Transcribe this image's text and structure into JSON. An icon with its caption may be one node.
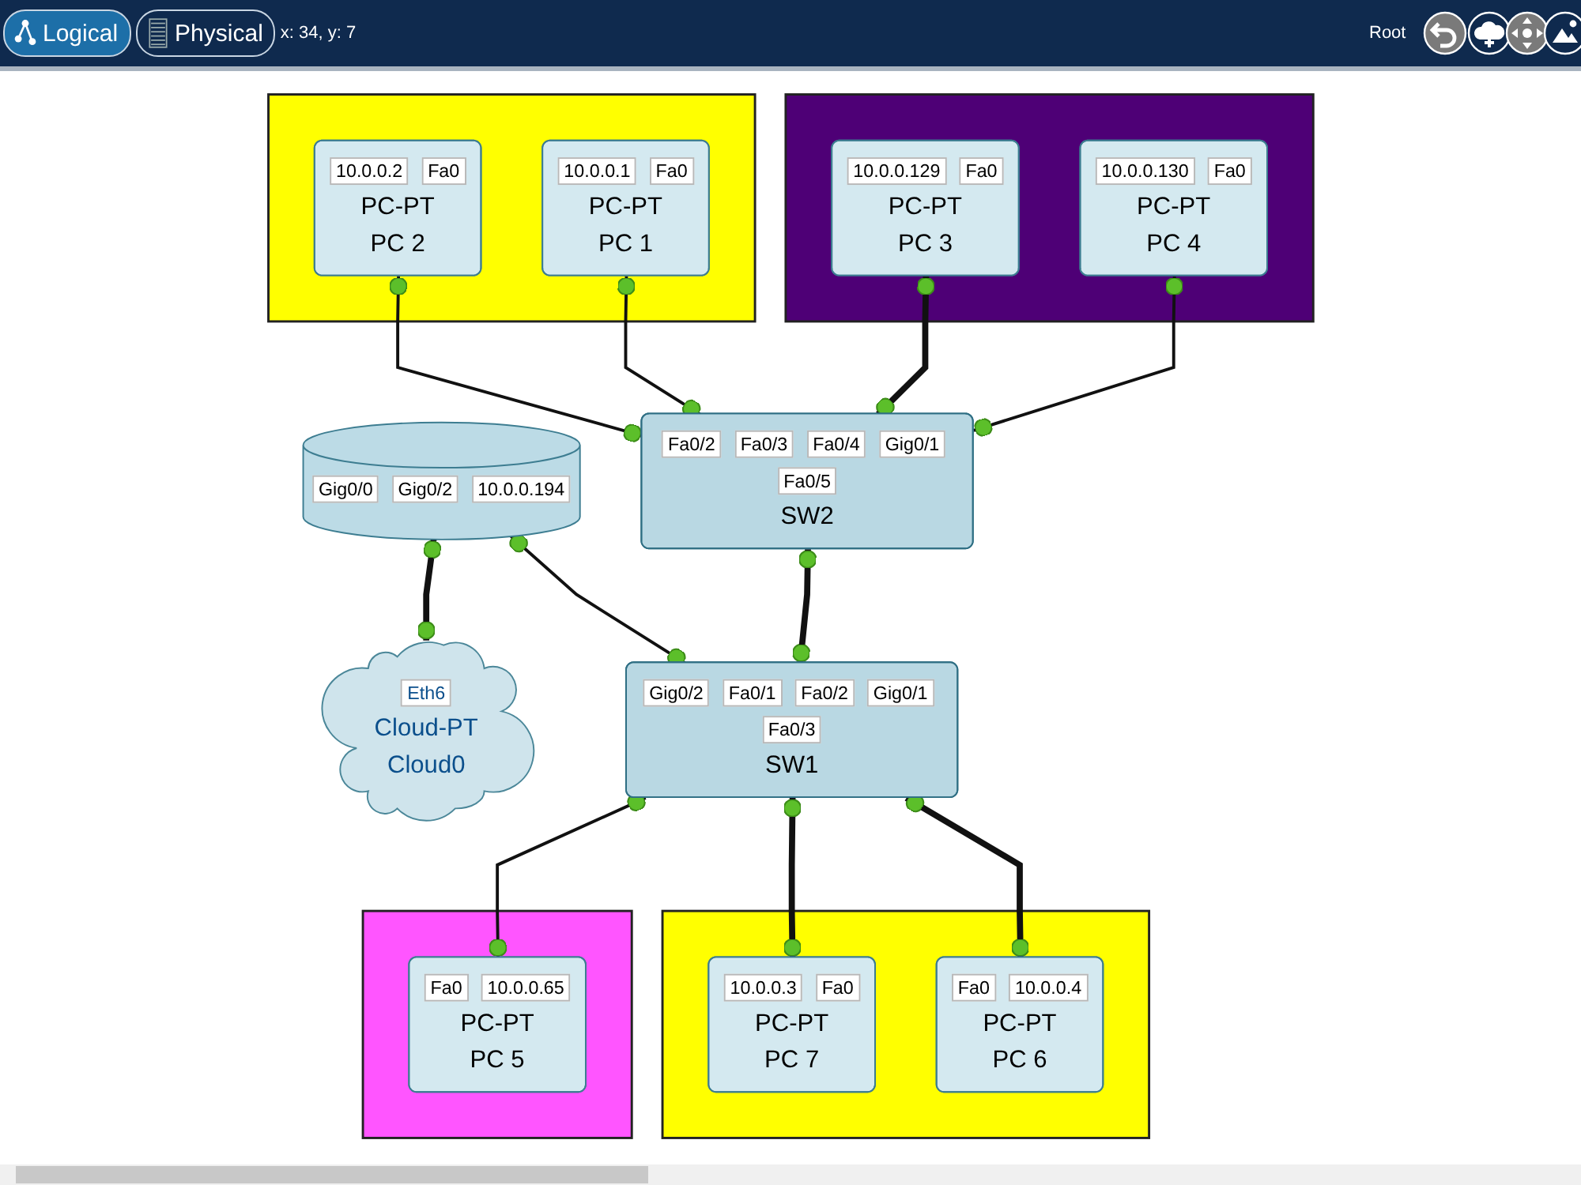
{
  "diagram": {
    "nodes": [
      {
        "text": [],
        "shape": "box"
      },
      {
        "text": [
          "10.0.0.2",
          "Fa0",
          "PC-PT",
          "PC 2"
        ],
        "in": 0
      },
      {
        "text": [
          "10.0.0.1",
          "Fa0",
          "PC-PT",
          "PC 1"
        ],
        "in": 0
      },
      {
        "text": [
          "Gig0/0",
          "Gig0/2",
          "10.0.0.194"
        ]
      },
      {
        "text": [
          "Eth6",
          "Cloud-PT",
          "Cloud0"
        ]
      },
      {
        "text": [],
        "shape": "box"
      },
      {
        "text": [
          "10.0.0.3",
          "Fa0",
          "PC-PT",
          "PC 7"
        ],
        "in": 5
      },
      {
        "text": [],
        "shape": "box"
      },
      {
        "text": [
          "10.0.0.129",
          "Fa0",
          "PC-PT",
          "PC 3"
        ],
        "in": 7
      },
      {
        "text": [
          "Fa0/2",
          "Fa0/3",
          "Fa0/4",
          "Gig0/1",
          "Fa0/5",
          "SW2"
        ]
      },
      {
        "text": [
          "Gig0/2",
          "Fa0/1",
          "Fa0/2",
          "Gig0/1",
          "Fa0/3",
          "SW1"
        ]
      },
      {
        "text": [
          "Fa0",
          "10.0.0.4",
          "PC-PT",
          "PC 6"
        ],
        "in": 5
      },
      {
        "text": [
          "10.0.0.130",
          "Fa0",
          "PC-PT",
          "PC 4"
        ],
        "in": 7
      },
      {
        "text": [],
        "shape": "box"
      },
      {
        "text": [
          "Fa0",
          "10.0.0.65",
          "PC-PT",
          "PC 5"
        ],
        "in": 13
      }
    ],
    "edges": [
      {
        "from": 1,
        "to": 9,
        "arrow": "other"
      },
      {
        "from": 2,
        "to": 9,
        "arrow": "other"
      },
      {
        "from": 3,
        "to": 4,
        "arrow": "other",
        "style": "thick"
      },
      {
        "from": 3,
        "to": 10,
        "arrow": "other"
      },
      {
        "from": 8,
        "to": 9,
        "arrow": "other",
        "style": "thick"
      },
      {
        "from": 9,
        "to": 10,
        "arrow": "other",
        "style": "thick"
      },
      {
        "from": 10,
        "to": 6,
        "arrow": "other",
        "style": "thick"
      },
      {
        "from": 10,
        "to": 11,
        "arrow": "other",
        "style": "thick"
      },
      {
        "from": 12,
        "to": 9,
        "arrow": "other"
      },
      {
        "from": 10,
        "to": 14,
        "arrow": "other"
      }
    ],
    "labels": [
      "Logical",
      "Physical",
      "x: 34, y: 7",
      "Root"
    ]
  }
}
